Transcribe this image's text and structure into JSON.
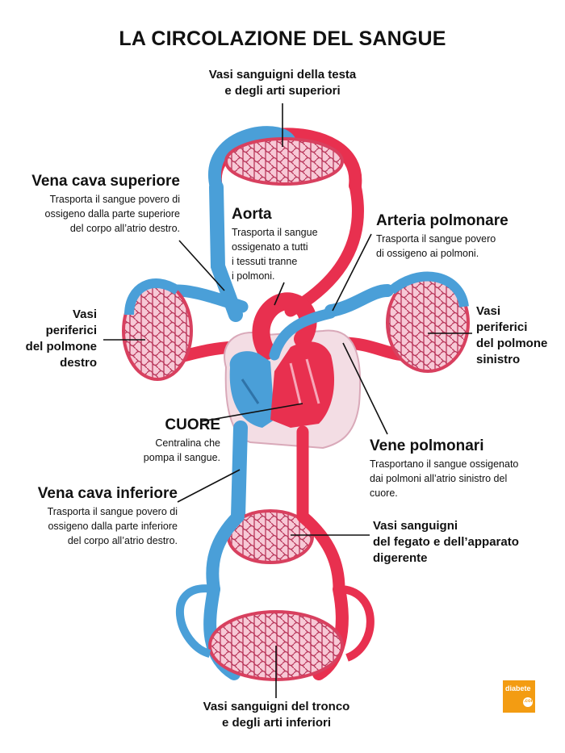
{
  "title": "LA CIRCOLAZIONE DEL SANGUE",
  "labels": {
    "head_vessels": [
      "Vasi sanguigni della testa",
      "e degli arti superiori"
    ],
    "vena_cava_superior": {
      "title": "Vena cava superiore",
      "desc": [
        "Trasporta il sangue povero di",
        "ossigeno dalla parte superiore",
        "del corpo all’atrio destro."
      ]
    },
    "aorta": {
      "title": "Aorta",
      "desc": [
        "Trasporta il sangue",
        "ossigenato  a tutti",
        "i tessuti tranne",
        " i polmoni."
      ]
    },
    "pulmonary_artery": {
      "title": "Arteria polmonare",
      "desc": [
        "Trasporta il sangue povero",
        "di ossigeno ai polmoni."
      ]
    },
    "right_lung": [
      "Vasi",
      "periferici",
      "del polmone",
      "destro"
    ],
    "left_lung": [
      "Vasi",
      "periferici",
      "del polmone",
      "sinistro"
    ],
    "heart": {
      "title": "CUORE",
      "desc": [
        "Centralina che",
        "pompa il sangue."
      ]
    },
    "pulmonary_veins": {
      "title": "Vene polmonari",
      "desc": [
        "Trasportano il sangue ossigenato",
        "dai polmoni  all’atrio sinistro del",
        "cuore."
      ]
    },
    "vena_cava_inferior": {
      "title": "Vena cava inferiore",
      "desc": [
        "Trasporta il sangue povero di",
        "ossigeno dalla parte inferiore",
        "del corpo all’atrio destro."
      ]
    },
    "liver_vessels": [
      "Vasi sanguigni",
      "del fegato e dell’apparato",
      "digerente"
    ],
    "trunk_vessels": [
      "Vasi sanguigni del tronco",
      "e degli arti inferiori"
    ]
  },
  "logo": {
    "line1": "diabete",
    "line2": ".com"
  },
  "colors": {
    "artery": "#e8304f",
    "vein": "#4a9fd8",
    "network": "#c0405e",
    "pericardium": "#f3dde4",
    "logo": "#f39c12"
  }
}
